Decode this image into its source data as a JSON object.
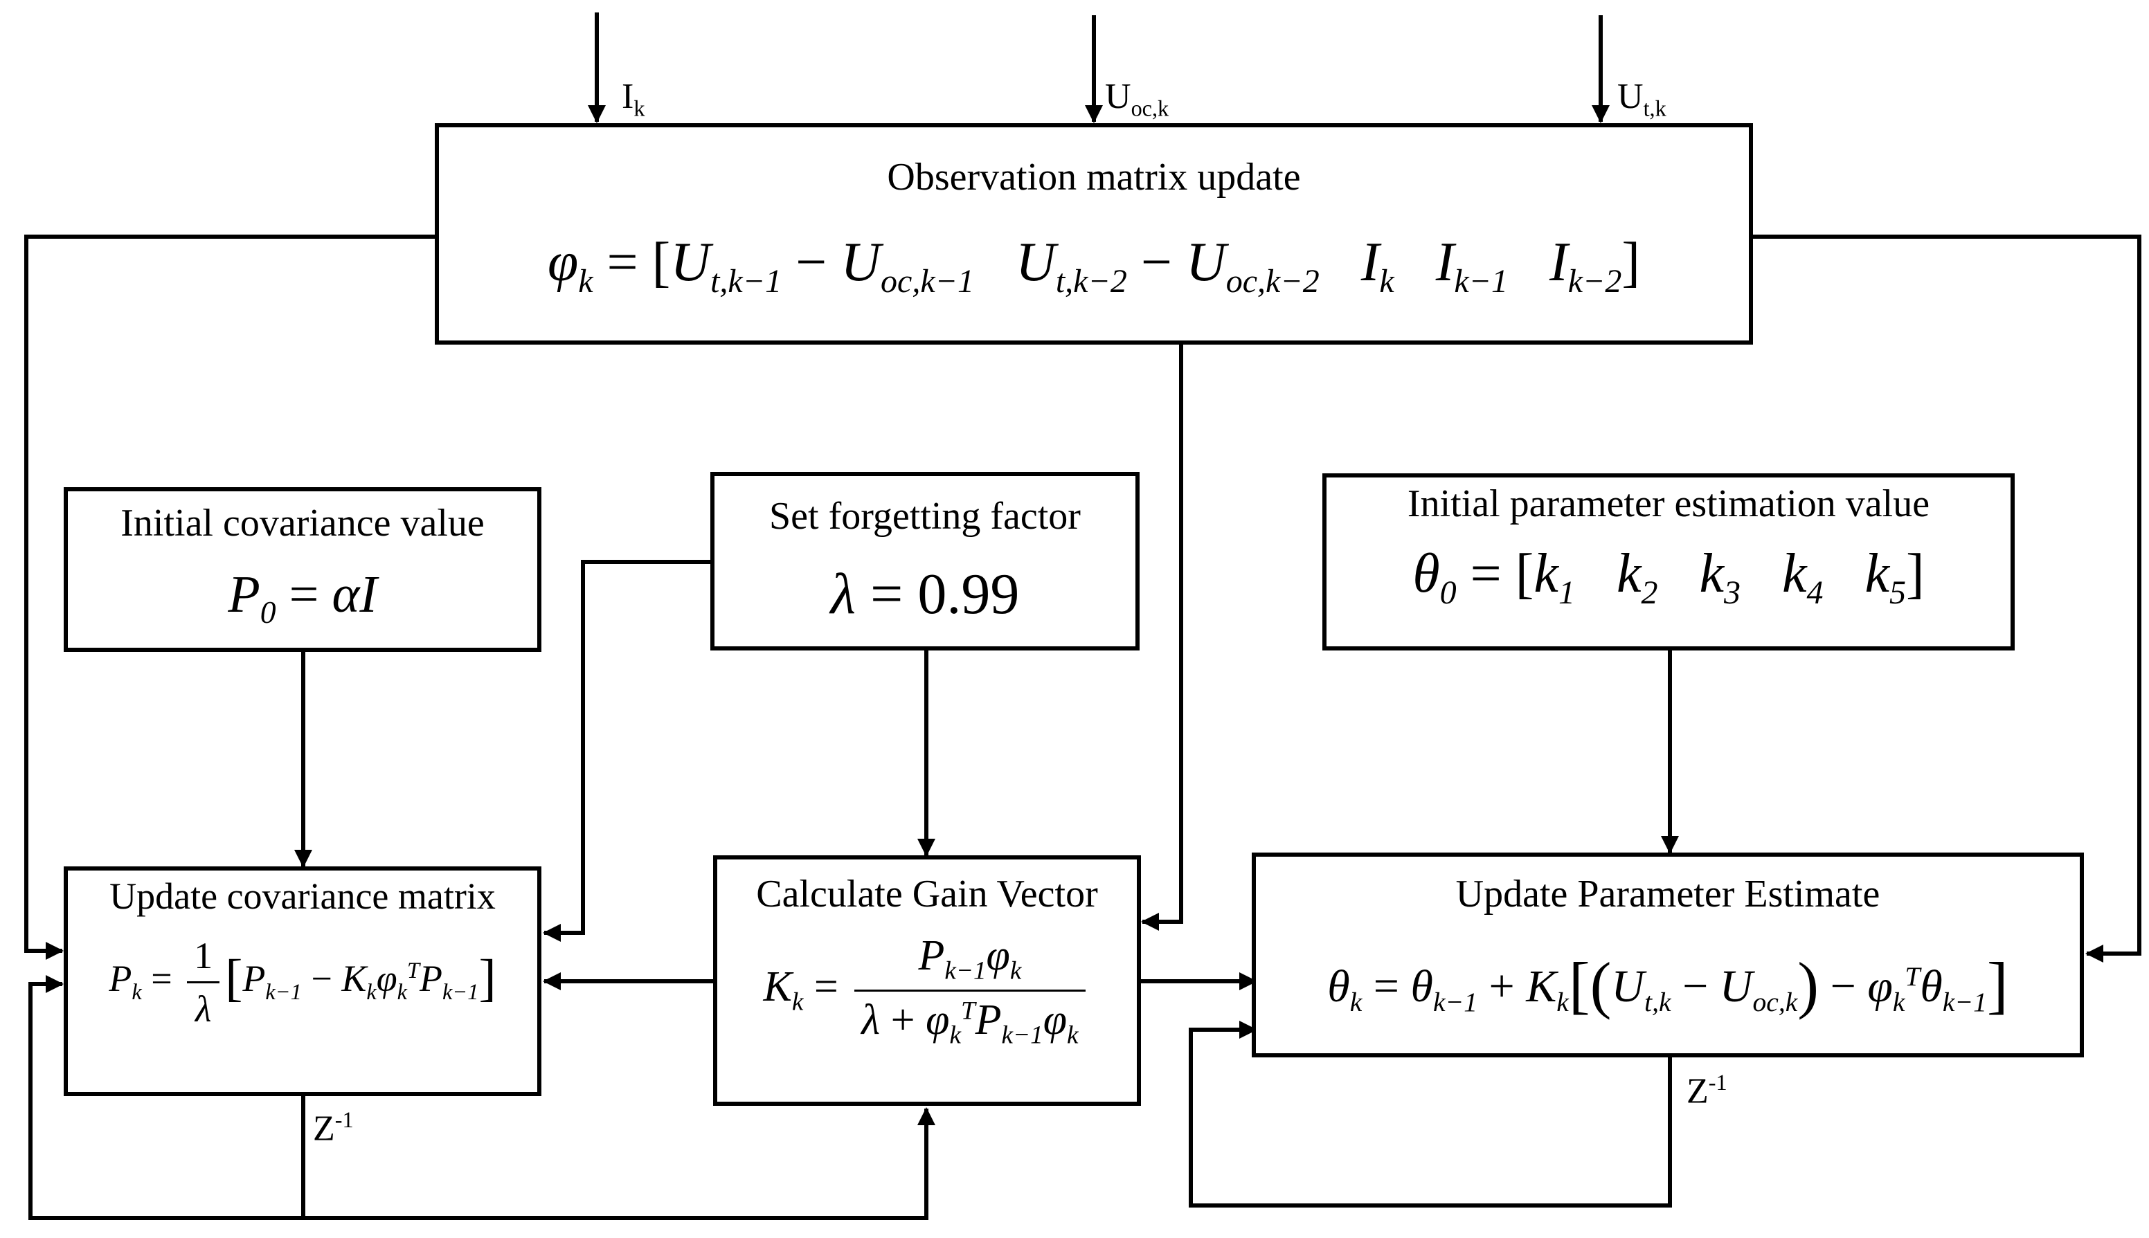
{
  "inputs": {
    "current": {
      "base": "I",
      "sub": "k"
    },
    "ocv": {
      "base": "U",
      "sub": "oc,k"
    },
    "terminal": {
      "base": "U",
      "sub": "t,k"
    }
  },
  "observation_box": {
    "title": "Observation matrix update",
    "formula": "φk = [Ut,k−1 − Uoc,k−1   Ut,k−2 − Uoc,k−2   Ik   Ik−1   Ik−2]"
  },
  "covariance_init_box": {
    "title": "Initial covariance value",
    "formula": "P0 = αI"
  },
  "forgetting_box": {
    "title": "Set forgetting factor",
    "formula": "λ = 0.99"
  },
  "param_init_box": {
    "title": "Initial parameter estimation value",
    "formula": "θ0 = [k1  k2  k3  k4  k5]"
  },
  "covariance_update_box": {
    "title": "Update covariance matrix",
    "formula": "Pk = (1/λ)[Pk−1 − Kk φk^T Pk−1]"
  },
  "gain_box": {
    "title": "Calculate Gain Vector",
    "formula": "Kk = Pk−1 φk / (λ + φk^T Pk−1 φk)"
  },
  "param_update_box": {
    "title": "Update Parameter Estimate",
    "formula": "θk = θk−1 + Kk[(Ut,k − Uoc,k) − φk^T θk−1]"
  },
  "delay_labels": {
    "left": {
      "base": "Z",
      "sup": "-1"
    },
    "right": {
      "base": "Z",
      "sup": "-1"
    }
  }
}
